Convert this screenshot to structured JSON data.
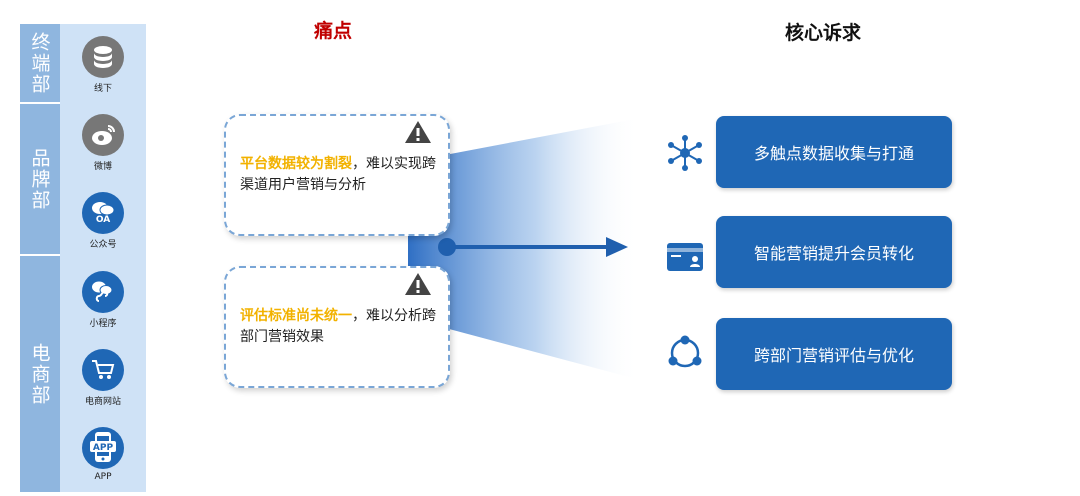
{
  "departments": [
    "终端部",
    "品牌部",
    "电商部"
  ],
  "channels": [
    {
      "label": "线下",
      "icon": "database-icon"
    },
    {
      "label": "微博",
      "icon": "weibo-icon"
    },
    {
      "label": "公众号",
      "icon": "wechat-oa-icon",
      "badge": "OA"
    },
    {
      "label": "小程序",
      "icon": "mini-program-icon"
    },
    {
      "label": "电商网站",
      "icon": "shopping-cart-icon"
    },
    {
      "label": "APP",
      "icon": "phone-app-icon",
      "badge": "APP"
    }
  ],
  "pain_title": "痛点",
  "core_title": "核心诉求",
  "pain_points": [
    {
      "highlight": "平台数据较为割裂",
      "text": "，难以实现跨渠道用户营销与分析"
    },
    {
      "highlight": "评估标准尚未统一",
      "text": "，难以分析跨部门营销效果"
    }
  ],
  "core_requirements": [
    {
      "label": "多触点数据收集与打通",
      "icon": "network-icon"
    },
    {
      "label": "智能营销提升会员转化",
      "icon": "member-card-icon"
    },
    {
      "label": "跨部门营销评估与优化",
      "icon": "cycle-icon"
    }
  ],
  "colors": {
    "pain_title": "#c00000",
    "highlight": "#f2b200",
    "requirement_box": "#1f67b5",
    "dept_column": "#8fb6df",
    "channel_column": "#cfe2f6",
    "channel_icon": "#1f67b5",
    "channel_icon_gray": "#777777"
  }
}
